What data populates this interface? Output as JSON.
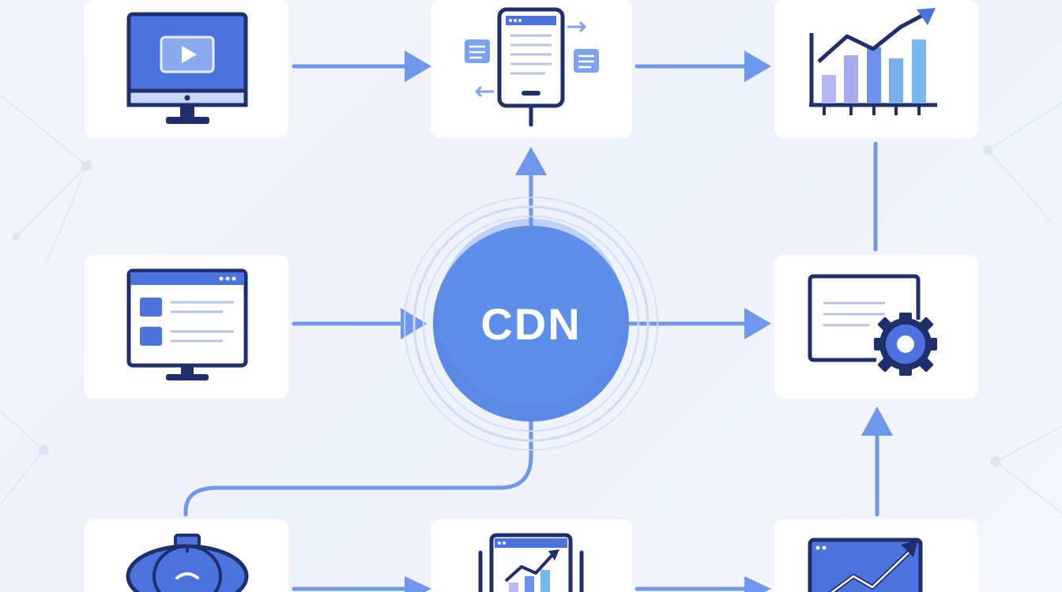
{
  "hub": {
    "label": "CDN"
  },
  "nodes": [
    {
      "id": "video-monitor",
      "icon": "video-monitor-icon"
    },
    {
      "id": "mobile-content",
      "icon": "mobile-content-icon"
    },
    {
      "id": "analytics-chart",
      "icon": "bar-chart-trend-icon"
    },
    {
      "id": "web-monitor",
      "icon": "web-page-monitor-icon"
    },
    {
      "id": "config-window",
      "icon": "window-gear-icon"
    },
    {
      "id": "origin-storage",
      "icon": "storage-tank-icon"
    },
    {
      "id": "tablet-analytics",
      "icon": "tablet-chart-icon"
    },
    {
      "id": "growth-dashboard",
      "icon": "growth-window-icon"
    }
  ],
  "colors": {
    "accent": "#6f97ec",
    "hub": "#5b8ae6",
    "icon_dark": "#1f2f6b",
    "icon_fill": "#4c73dd",
    "card": "#ffffff"
  }
}
